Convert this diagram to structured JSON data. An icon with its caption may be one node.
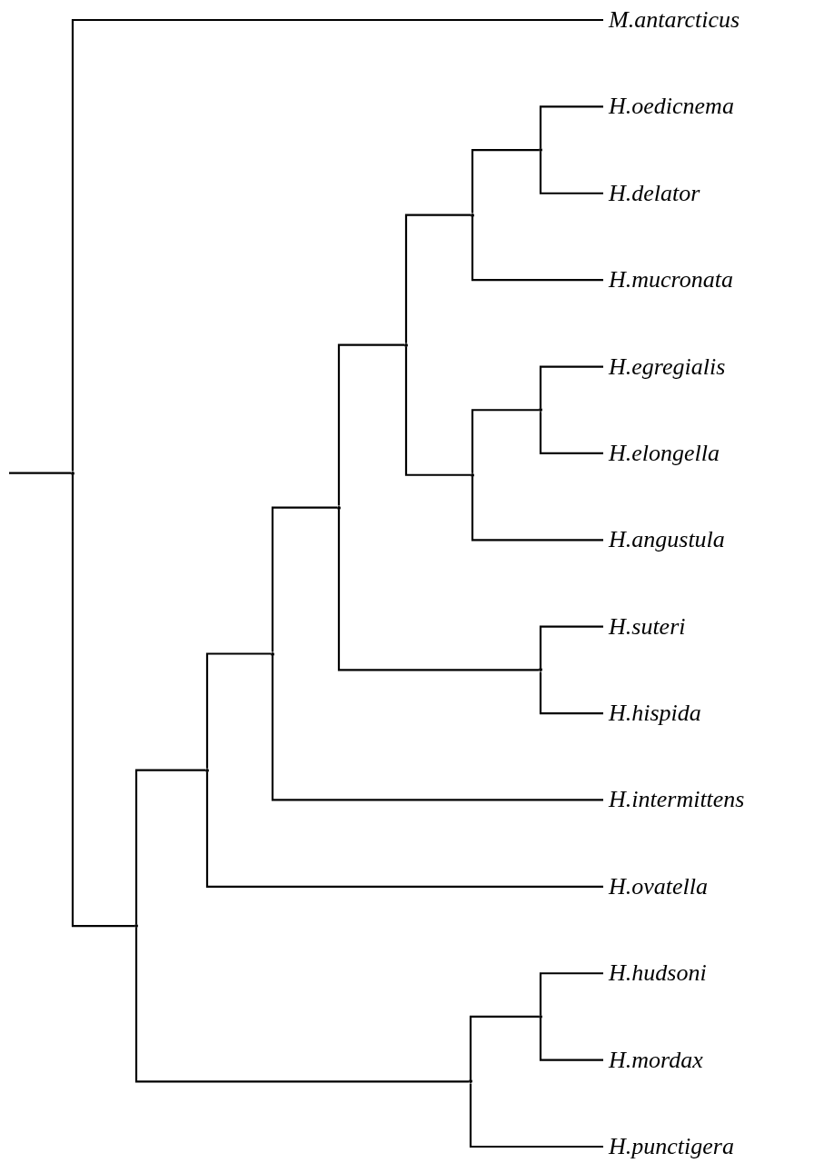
{
  "diagram": {
    "nodes": [
      {
        "text": [],
        "shape": "dot"
      },
      {
        "text": [
          "M.antarcticus"
        ]
      },
      {
        "text": [],
        "shape": "dot"
      },
      {
        "text": [],
        "shape": "dot"
      },
      {
        "text": [],
        "shape": "dot"
      },
      {
        "text": [],
        "shape": "dot"
      },
      {
        "text": [],
        "shape": "dot"
      },
      {
        "text": [],
        "shape": "dot"
      },
      {
        "text": [],
        "shape": "dot"
      },
      {
        "text": [
          "H.oedicnema"
        ]
      },
      {
        "text": [
          "H.delator"
        ]
      },
      {
        "text": [
          "H.mucronata"
        ]
      },
      {
        "text": [],
        "shape": "dot"
      },
      {
        "text": [],
        "shape": "dot"
      },
      {
        "text": [
          "H.egregialis"
        ]
      },
      {
        "text": [
          "H.elongella"
        ]
      },
      {
        "text": [
          "H.angustula"
        ]
      },
      {
        "text": [],
        "shape": "dot"
      },
      {
        "text": [
          "H.suteri"
        ]
      },
      {
        "text": [
          "H.hispida"
        ]
      },
      {
        "text": [
          "H.intermittens"
        ]
      },
      {
        "text": [
          "H.ovatella"
        ]
      },
      {
        "text": [],
        "shape": "dot"
      },
      {
        "text": [],
        "shape": "dot"
      },
      {
        "text": [
          "H.hudsoni"
        ]
      },
      {
        "text": [
          "H.mordax"
        ]
      },
      {
        "text": [
          "H.punctigera"
        ]
      }
    ],
    "edges": [
      {
        "from": null,
        "to": 0,
        "arrow": "none"
      },
      {
        "from": 0,
        "to": 1,
        "arrow": "none"
      },
      {
        "from": 0,
        "to": 2,
        "arrow": "none"
      },
      {
        "from": 2,
        "to": 3,
        "arrow": "none"
      },
      {
        "from": 2,
        "to": 22,
        "arrow": "none"
      },
      {
        "from": 3,
        "to": 4,
        "arrow": "none"
      },
      {
        "from": 3,
        "to": 21,
        "arrow": "none"
      },
      {
        "from": 4,
        "to": 5,
        "arrow": "none"
      },
      {
        "from": 4,
        "to": 20,
        "arrow": "none"
      },
      {
        "from": 5,
        "to": 6,
        "arrow": "none"
      },
      {
        "from": 5,
        "to": 17,
        "arrow": "none"
      },
      {
        "from": 6,
        "to": 7,
        "arrow": "none"
      },
      {
        "from": 6,
        "to": 12,
        "arrow": "none"
      },
      {
        "from": 7,
        "to": 8,
        "arrow": "none"
      },
      {
        "from": 7,
        "to": 11,
        "arrow": "none"
      },
      {
        "from": 8,
        "to": 9,
        "arrow": "none"
      },
      {
        "from": 8,
        "to": 10,
        "arrow": "none"
      },
      {
        "from": 12,
        "to": 13,
        "arrow": "none"
      },
      {
        "from": 12,
        "to": 16,
        "arrow": "none"
      },
      {
        "from": 13,
        "to": 14,
        "arrow": "none"
      },
      {
        "from": 13,
        "to": 15,
        "arrow": "none"
      },
      {
        "from": 17,
        "to": 18,
        "arrow": "none"
      },
      {
        "from": 17,
        "to": 19,
        "arrow": "none"
      },
      {
        "from": 22,
        "to": 23,
        "arrow": "none"
      },
      {
        "from": 22,
        "to": 26,
        "arrow": "none"
      },
      {
        "from": 23,
        "to": 24,
        "arrow": "none"
      },
      {
        "from": 23,
        "to": 25,
        "arrow": "none"
      }
    ]
  }
}
